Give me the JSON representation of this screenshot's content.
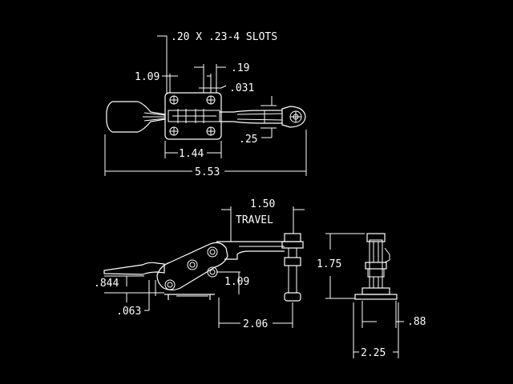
{
  "top_view": {
    "slots_label": ".20 X .23-4 SLOTS",
    "dim_109": "1.09",
    "dim_019": ".19",
    "dim_031": ".031",
    "dim_025": ".25",
    "dim_144": "1.44",
    "dim_553": "5.53"
  },
  "side_view": {
    "dim_150": "1.50",
    "travel_label": "TRAVEL",
    "dim_844": ".844",
    "dim_063": ".063",
    "dim_109": "1.09",
    "dim_206": "2.06"
  },
  "end_view": {
    "dim_175": "1.75",
    "dim_088": ".88",
    "dim_225": "2.25"
  }
}
